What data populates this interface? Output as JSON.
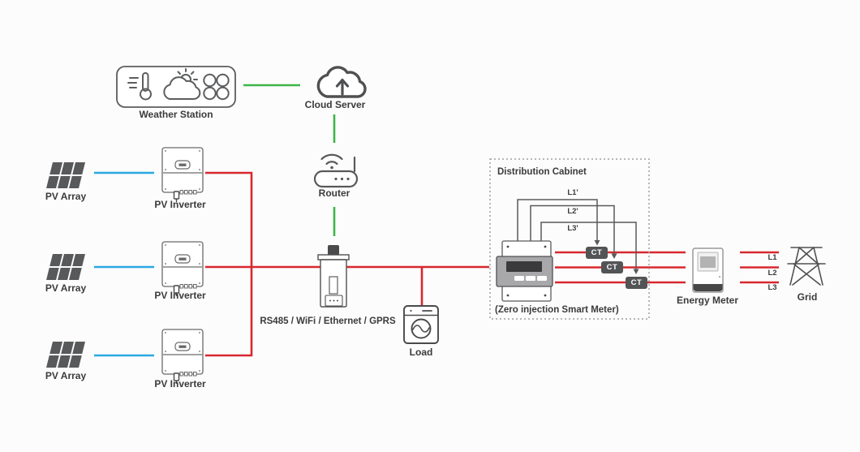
{
  "colors": {
    "green_line": "#3db549",
    "blue_line": "#29a8e0",
    "red_line": "#d7282f",
    "icon_gray": "#58595b",
    "text": "#3b3b3d",
    "ct_bg": "#535456"
  },
  "nodes": {
    "weather_station": {
      "label": "Weather Station"
    },
    "cloud_server": {
      "label": "Cloud Server"
    },
    "router": {
      "label": "Router"
    },
    "datalogger": {
      "label": "RS485 / WiFi / Ethernet / GPRS"
    },
    "load": {
      "label": "Load"
    },
    "energy_meter": {
      "label": "Energy Meter"
    },
    "grid": {
      "label": "Grid"
    }
  },
  "pv_rows": [
    {
      "array_label": "PV Array",
      "inverter_label": "PV Inverter"
    },
    {
      "array_label": "PV Array",
      "inverter_label": "PV Inverter"
    },
    {
      "array_label": "PV Array",
      "inverter_label": "PV Inverter"
    }
  ],
  "distribution_cabinet": {
    "title": "Distribution Cabinet",
    "meter_caption": "(Zero injection Smart Meter)",
    "ct_label": "CT",
    "line_labels": [
      "L1'",
      "L2'",
      "L3'"
    ]
  },
  "grid_phase_labels": [
    "L1",
    "L2",
    "L3"
  ]
}
